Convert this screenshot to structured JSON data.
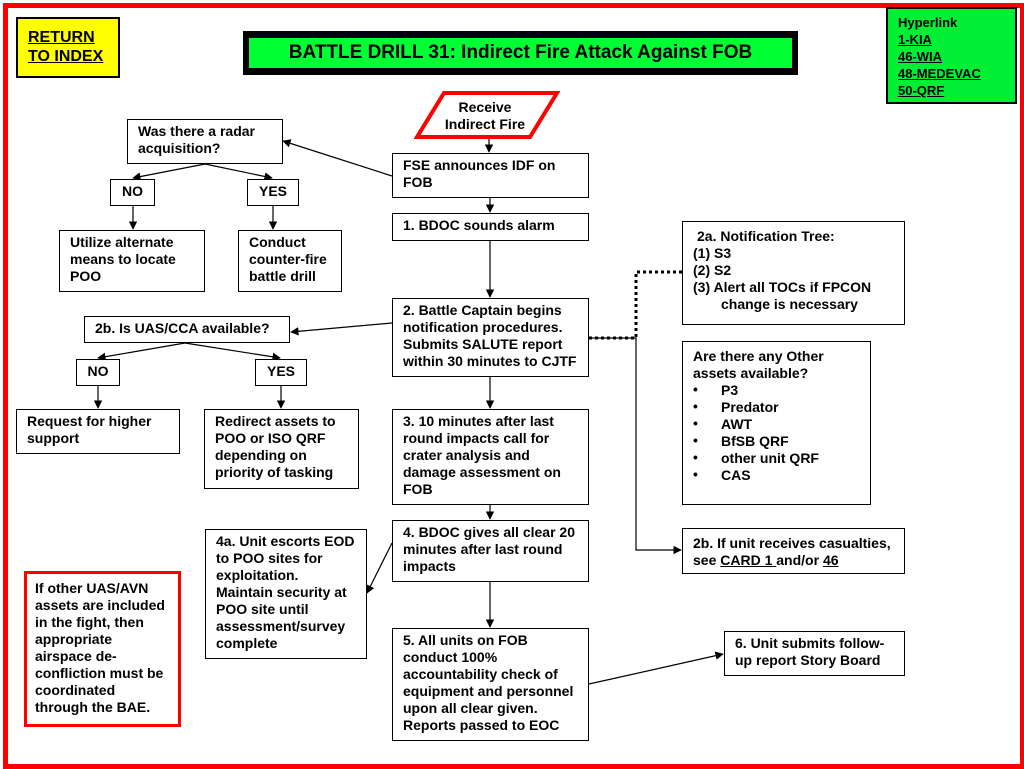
{
  "return_index": {
    "line1": "RETURN",
    "line2": "TO INDEX"
  },
  "title": "BATTLE DRILL 31:  Indirect Fire Attack Against FOB",
  "hyperlink": {
    "label": "Hyperlink",
    "links": [
      "1-KIA",
      "46-WIA",
      "48-MEDEVAC",
      "50-QRF"
    ]
  },
  "nodes": {
    "receive": "Receive\nIndirect Fire",
    "fse": "FSE announces IDF on FOB",
    "step1": "1.  BDOC sounds alarm",
    "step2": "2.  Battle Captain begins notification procedures. Submits SALUTE report within 30 minutes to CJTF",
    "step3": "3.  10 minutes after last round impacts call for crater analysis and damage assessment  on FOB",
    "step4": "4.  BDOC gives all clear 20 minutes after last round impacts",
    "step5": "5.  All units on FOB conduct 100% accountability check of equipment and personnel upon all clear given. Reports passed to EOC",
    "step6": "6.  Unit submits follow-up report Story Board",
    "radar_q": "Was there a radar acquisition?",
    "radar_no": "NO",
    "radar_yes": "YES",
    "radar_no_action": "Utilize alternate means to locate POO",
    "radar_yes_action": "Conduct counter-fire battle drill",
    "uas_q": "2b.  Is UAS/CCA available?",
    "uas_no": "NO",
    "uas_yes": "YES",
    "uas_no_action": "Request for higher support",
    "uas_yes_action": "Redirect assets to POO or ISO QRF depending on priority of tasking",
    "step4a": "4a. Unit escorts EOD to POO sites for exploitation. Maintain security at POO site until assessment/survey complete",
    "airspace_note": "If other UAS/AVN assets are included in the fight, then appropriate airspace de-confliction must be coordinated through the BAE."
  },
  "notification_tree": {
    "title": "2a. Notification Tree:",
    "items": [
      "(1)  S3",
      "(2)  S2",
      "(3)    Alert all TOCs if FPCON",
      "change is necessary"
    ]
  },
  "other_assets": {
    "question": "Are there any Other assets available?",
    "items": [
      "P3",
      "Predator",
      "AWT",
      "BfSB QRF",
      "other unit QRF",
      "CAS"
    ]
  },
  "casualties": {
    "prefix": "2b. If unit receives casualties, see ",
    "card_link": "CARD 1 ",
    "middle": "and/or ",
    "wia_link": "46"
  },
  "colors": {
    "frame": "#ff0000",
    "return_bg": "#ffff00",
    "title_bg": "#00ff33",
    "hyperlink_bg": "#00ee33"
  }
}
